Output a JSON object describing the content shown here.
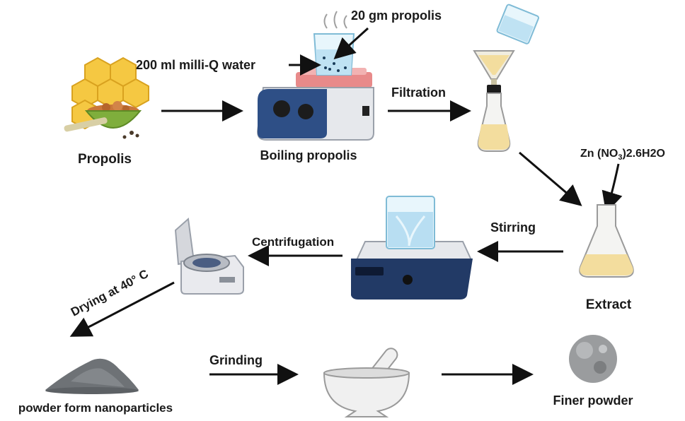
{
  "labels": {
    "propolis": "Propolis",
    "boiling": "Boiling propolis",
    "water": "200 ml milli-Q water",
    "propolis_amount": "20 gm propolis",
    "filtration": "Filtration",
    "zinc_prefix": "Zn (NO",
    "zinc_sub": "3",
    "zinc_suffix": ")2.6H2O",
    "extract": "Extract",
    "stirring": "Stirring",
    "centrifugation": "Centrifugation",
    "drying": "Drying at 40° C",
    "powder_nano": "powder form nanoparticles",
    "grinding": "Grinding",
    "finer": "Finer powder"
  },
  "colors": {
    "honey": "#f5c842",
    "honey_edge": "#d9a21f",
    "bowl": "#7fae3c",
    "hotplate_blue": "#2e4f86",
    "hotplate_body": "#e6e8ec",
    "plate_red": "#e88a8a",
    "liquid_yellow": "#f3dd9e",
    "beaker_water": "#cde8f7",
    "stirrer_navy": "#223a66",
    "centrifuge_grey": "#d5d7dc",
    "powder_dark": "#6e7276",
    "mortar_white": "#f0f0f0",
    "ball_grey": "#9a9c9e"
  }
}
